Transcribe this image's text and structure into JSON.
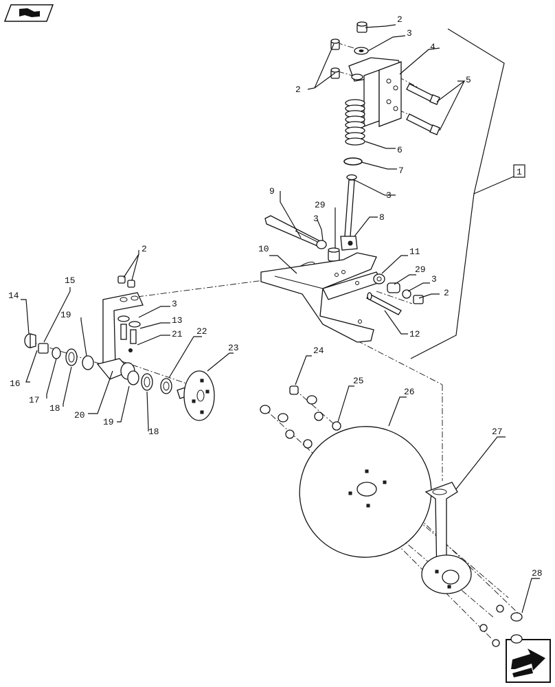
{
  "nav": {
    "top_icon": "book-hand-icon",
    "bottom_icon": "next-page-arrow-icon"
  },
  "callouts": {
    "c1": "1",
    "c2a": "2",
    "c2b": "2",
    "c2c": "2",
    "c2d": "2",
    "c3a": "3",
    "c3b": "3",
    "c3c": "3",
    "c3d": "3",
    "c3e": "3",
    "c4": "4",
    "c5": "5",
    "c6": "6",
    "c7": "7",
    "c8": "8",
    "c9": "9",
    "c10": "10",
    "c11": "11",
    "c12": "12",
    "c13": "13",
    "c14": "14",
    "c15": "15",
    "c16": "16",
    "c17": "17",
    "c18a": "18",
    "c18b": "18",
    "c19a": "19",
    "c19b": "19",
    "c20": "20",
    "c21": "21",
    "c22": "22",
    "c23": "23",
    "c24": "24",
    "c25": "25",
    "c26": "26",
    "c27": "27",
    "c28": "28",
    "c29a": "29",
    "c29b": "29"
  }
}
